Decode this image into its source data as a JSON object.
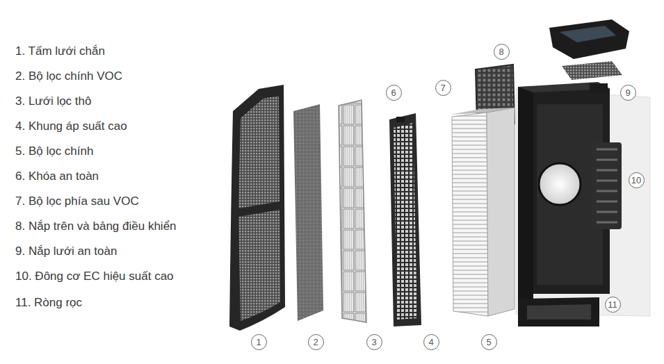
{
  "diagram": {
    "nodes": [
      {
        "text": [
          "1"
        ]
      },
      {
        "text": [
          "2"
        ]
      },
      {
        "text": [
          "3"
        ]
      },
      {
        "text": [
          "4"
        ]
      },
      {
        "text": [
          "5"
        ]
      },
      {
        "text": [
          "6"
        ]
      },
      {
        "text": [
          "7"
        ]
      },
      {
        "text": [
          "8"
        ]
      },
      {
        "text": [
          "9"
        ]
      },
      {
        "text": [
          "10"
        ]
      },
      {
        "text": [
          "11"
        ]
      }
    ],
    "labels": [
      "1. Tấm lưới chắn",
      "2. Bộ lọc chính VOC",
      "3. Lưới lọc thô",
      "4. Khung áp suất cao",
      "5. Bộ lọc chính",
      "6. Khóa an toàn",
      "7. Bộ lọc phía sau VOC",
      "8. Nắp trên và bảng điều khiển",
      "9. Nắp lưới an toàn",
      "10. Đông cơ EC hiệu suất cao",
      "11. Ròng rọc"
    ]
  }
}
